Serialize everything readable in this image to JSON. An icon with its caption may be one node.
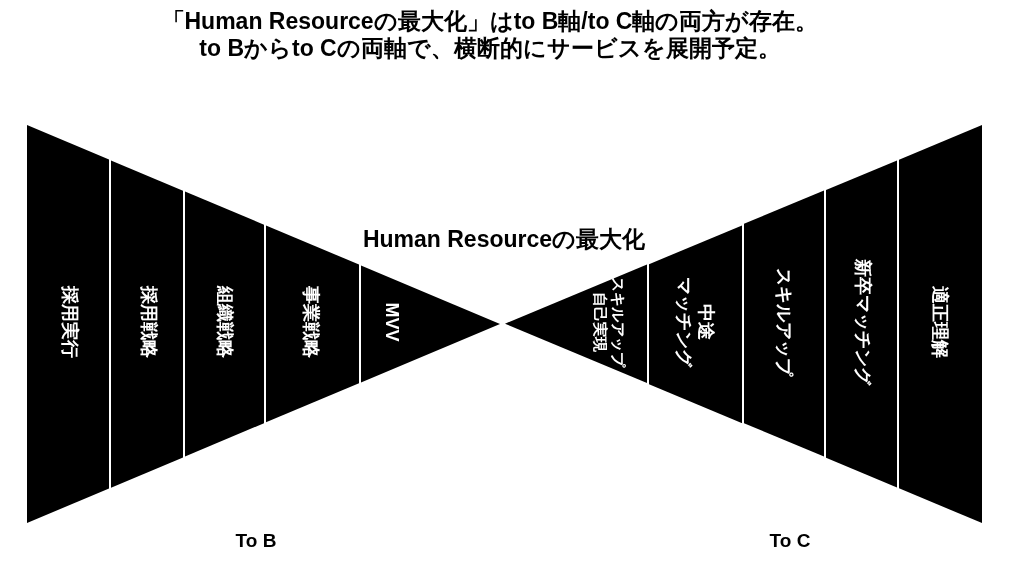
{
  "diagram": {
    "title": "「Human Resourceの最大化」はto B軸/to C軸の両方が存在。to Bからto Cの両軸で、横断的にサービスを展開予定。",
    "nodes": [
      {
        "text": [
          "To B"
        ]
      },
      {
        "text": [
          "採用実行"
        ],
        "in": 0
      },
      {
        "text": [
          "採用戦略"
        ],
        "in": 0
      },
      {
        "text": [
          "組織戦略"
        ],
        "in": 0
      },
      {
        "text": [
          "事業戦略"
        ],
        "in": 0
      },
      {
        "text": [
          "MVV"
        ],
        "in": 0
      },
      {
        "text": [
          "To C"
        ]
      },
      {
        "text": [
          "スキルアップ",
          "自己実現"
        ],
        "in": 6
      },
      {
        "text": [
          "中途",
          "マッチング"
        ],
        "in": 6
      },
      {
        "text": [
          "スキルアップ"
        ],
        "in": 6
      },
      {
        "text": [
          "新卒マッチング"
        ],
        "in": 6
      },
      {
        "text": [
          "適正理解"
        ],
        "in": 6
      }
    ],
    "labels": [
      "Human Resourceの最大化"
    ]
  }
}
